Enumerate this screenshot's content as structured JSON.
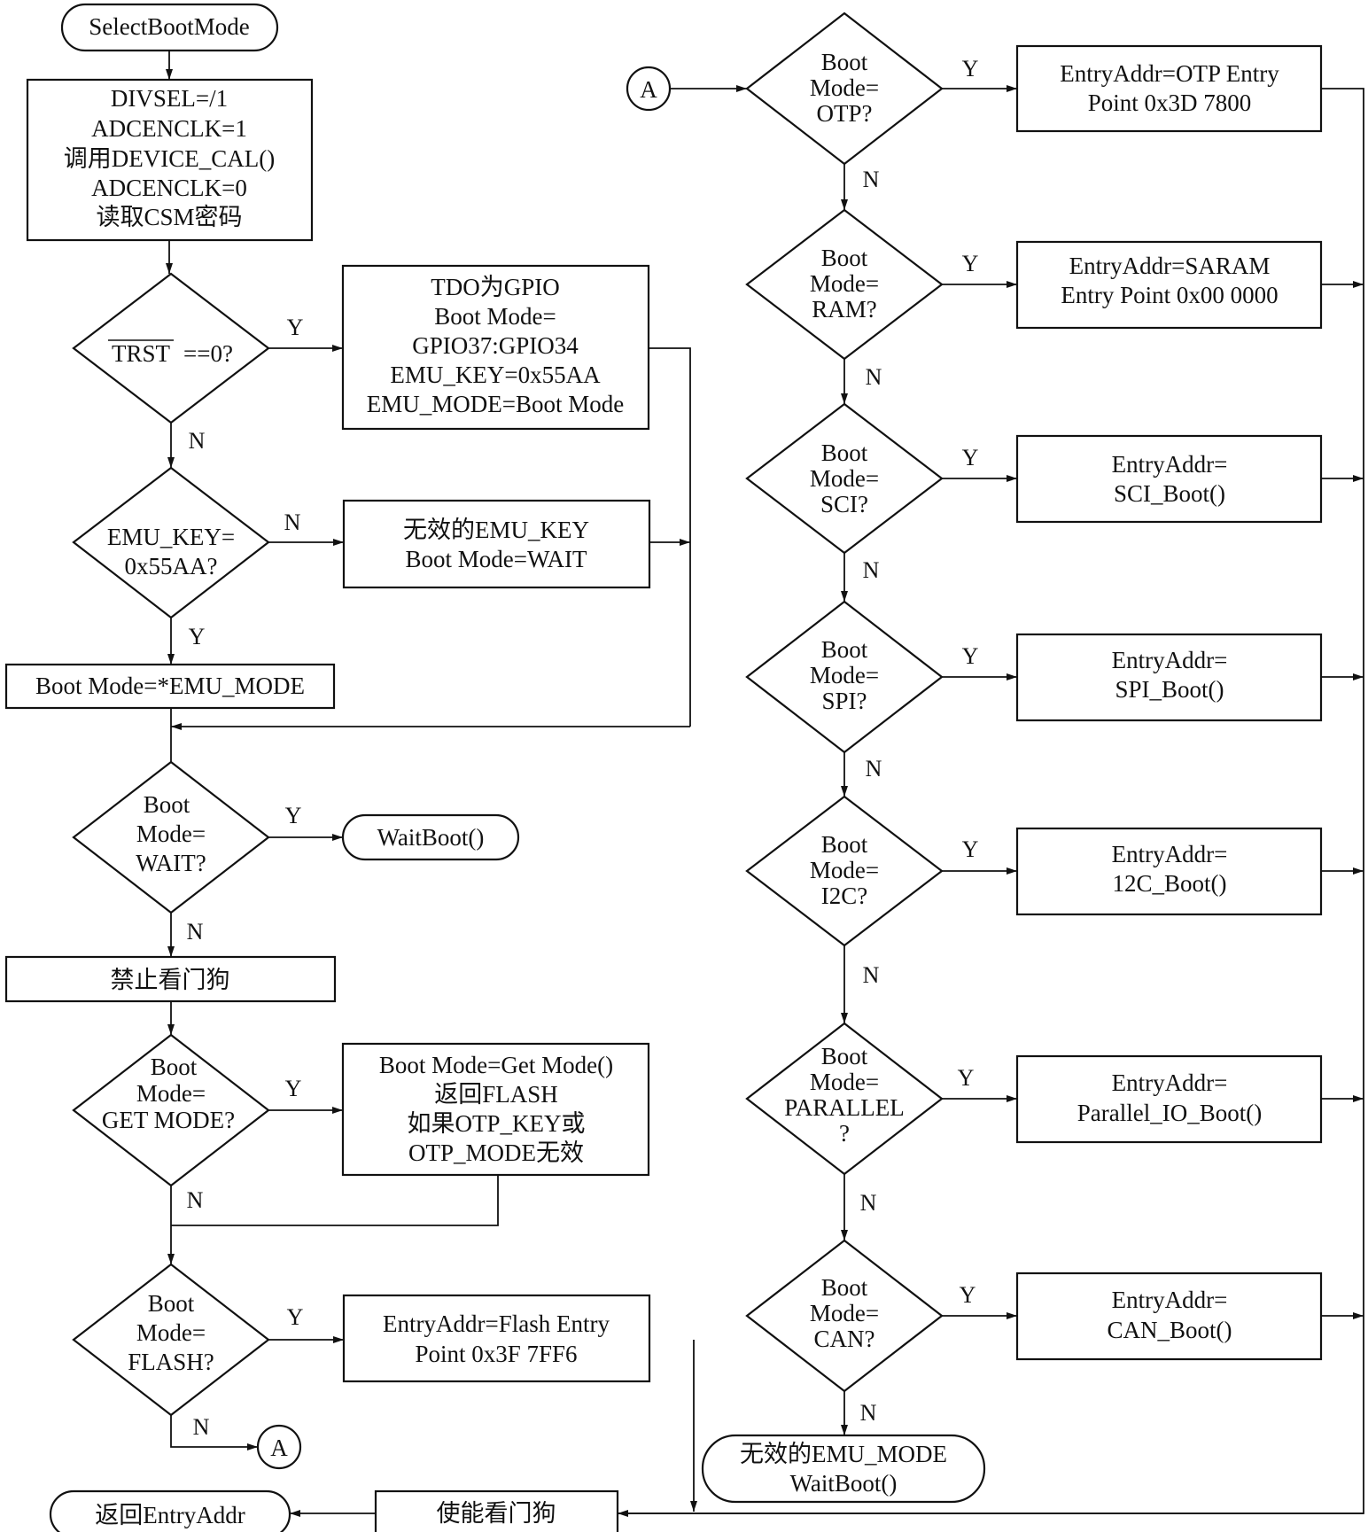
{
  "diagram": {
    "start": "SelectBootMode",
    "init_block": [
      "DIVSEL=/1",
      "ADCENCLK=1",
      "调用DEVICE_CAL()",
      "ADCENCLK=0",
      "读取CSM密码"
    ],
    "trst_decision": [
      "TRST",
      "==0?"
    ],
    "trst_yes_block": [
      "TDO为GPIO",
      "Boot Mode=",
      "GPIO37:GPIO34",
      "EMU_KEY=0x55AA",
      "EMU_MODE=Boot Mode"
    ],
    "emukey_decision": [
      "EMU_KEY=",
      "0x55AA?"
    ],
    "emukey_no_block": [
      "无效的EMU_KEY",
      "Boot Mode=WAIT"
    ],
    "bootmode_emu_block": "Boot Mode=*EMU_MODE",
    "wait_decision": [
      "Boot",
      "Mode=",
      "WAIT?"
    ],
    "waitboot": "WaitBoot()",
    "disable_wd": "禁止看门狗",
    "getmode_decision": [
      "Boot",
      "Mode=",
      "GET MODE?"
    ],
    "getmode_block": [
      "Boot Mode=Get Mode()",
      "返回FLASH",
      "如果OTP_KEY或",
      "OTP_MODE无效"
    ],
    "flash_decision": [
      "Boot",
      "Mode=",
      "FLASH?"
    ],
    "flash_block": [
      "EntryAddr=Flash Entry",
      "Point 0x3F 7FF6"
    ],
    "connector": "A",
    "right_checks": [
      {
        "decision": [
          "Boot",
          "Mode=",
          "OTP?"
        ],
        "entry": [
          "EntryAddr=OTP Entry",
          "Point 0x3D 7800"
        ]
      },
      {
        "decision": [
          "Boot",
          "Mode=",
          "RAM?"
        ],
        "entry": [
          "EntryAddr=SARAM",
          "Entry Point 0x00 0000"
        ]
      },
      {
        "decision": [
          "Boot",
          "Mode=",
          "SCI?"
        ],
        "entry": [
          "EntryAddr=",
          "SCI_Boot()"
        ]
      },
      {
        "decision": [
          "Boot",
          "Mode=",
          "SPI?"
        ],
        "entry": [
          "EntryAddr=",
          "SPI_Boot()"
        ]
      },
      {
        "decision": [
          "Boot",
          "Mode=",
          "I2C?"
        ],
        "entry": [
          "EntryAddr=",
          "12C_Boot()"
        ]
      },
      {
        "decision": [
          "Boot",
          "Mode=",
          "PARALLEL",
          "?"
        ],
        "entry": [
          "EntryAddr=",
          "Parallel_IO_Boot()"
        ]
      },
      {
        "decision": [
          "Boot",
          "Mode=",
          "CAN?"
        ],
        "entry": [
          "EntryAddr=",
          "CAN_Boot()"
        ]
      }
    ],
    "invalid_mode": [
      "无效的EMU_MODE",
      "WaitBoot()"
    ],
    "enable_wd": "使能看门狗",
    "return_entry": "返回EntryAddr",
    "yes": "Y",
    "no": "N"
  }
}
